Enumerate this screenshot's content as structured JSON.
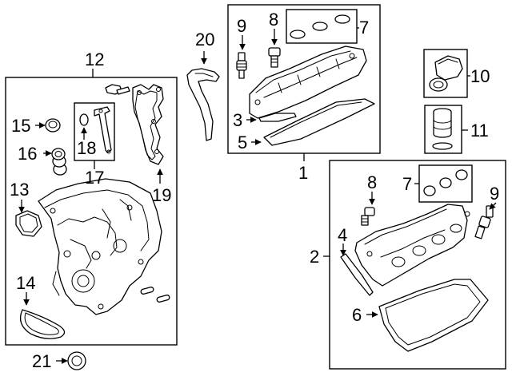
{
  "diagram": {
    "callouts": {
      "c1": "1",
      "c2": "2",
      "c3": "3",
      "c4": "4",
      "c5": "5",
      "c6": "6",
      "c7a": "7",
      "c7b": "7",
      "c8a": "8",
      "c8b": "8",
      "c9a": "9",
      "c9b": "9",
      "c10": "10",
      "c11": "11",
      "c12": "12",
      "c13": "13",
      "c14": "14",
      "c15": "15",
      "c16": "16",
      "c17": "17",
      "c18": "18",
      "c19": "19",
      "c20": "20",
      "c21": "21"
    }
  }
}
